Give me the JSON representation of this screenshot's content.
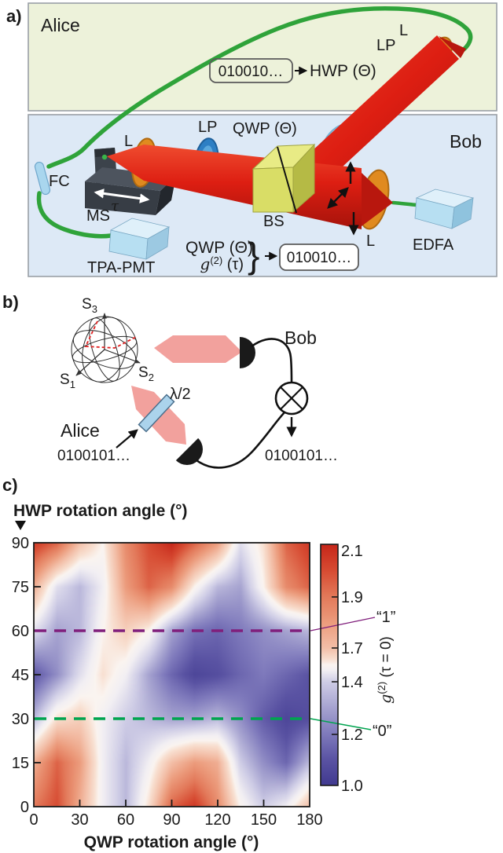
{
  "panel_a": {
    "label": "a)",
    "alice_title": "Alice",
    "bob_title": "Bob",
    "bit_box": "010010…",
    "hwp_label": "HWP (Θ)",
    "l_top_label": "L",
    "lp_top_label": "LP",
    "l_left_label": "L",
    "lp_label": "LP",
    "qwp_label": "QWP (Θ)",
    "fc_label": "FC",
    "ms_label": "MS",
    "tau_label": "τ",
    "tpa_pmt_label": "TPA-PMT",
    "bs_label": "BS",
    "l_right_label": "L",
    "edfa_label": "EDFA",
    "readout": {
      "qwp": "QWP (Θ)",
      "g_base": "g",
      "g_sup": "(2)",
      "g_arg": " (τ)",
      "brace": "}",
      "bits": "010010…"
    }
  },
  "panel_b": {
    "label": "b)",
    "s3_base": "S",
    "s3_sub": "3",
    "s1_base": "S",
    "s1_sub": "1",
    "s2_base": "S",
    "s2_sub": "2",
    "bob_label": "Bob",
    "waveplate_label": "λ/2",
    "alice_label": "Alice",
    "alice_bits": "0100101…",
    "bob_bits": "0100101…"
  },
  "panel_c": {
    "label": "c)",
    "y_axis_title": "HWP rotation angle (°)",
    "x_axis_title": "QWP rotation angle (°)",
    "bit_one_label": "“1”",
    "bit_zero_label": "“0”",
    "bit_one_color": "#801f7c",
    "bit_zero_color": "#00a44f"
  },
  "chart_data": {
    "type": "heatmap",
    "xlabel": "QWP rotation angle (°)",
    "ylabel": "HWP rotation angle (°)",
    "xlim": [
      0,
      180
    ],
    "ylim": [
      0,
      90
    ],
    "x": [
      0,
      15,
      30,
      45,
      60,
      75,
      90,
      105,
      120,
      135,
      150,
      165,
      180
    ],
    "y": [
      90,
      75,
      60,
      45,
      30,
      15,
      0
    ],
    "values": [
      [
        2.05,
        1.95,
        1.7,
        1.55,
        1.85,
        2.0,
        2.1,
        1.95,
        1.8,
        1.45,
        1.6,
        1.95,
        2.05
      ],
      [
        1.75,
        1.45,
        1.35,
        1.5,
        1.8,
        1.95,
        1.85,
        1.55,
        1.35,
        1.3,
        1.55,
        1.85,
        1.95
      ],
      [
        1.45,
        1.3,
        1.35,
        1.55,
        1.65,
        1.55,
        1.3,
        1.18,
        1.15,
        1.2,
        1.25,
        1.3,
        1.35
      ],
      [
        1.1,
        1.25,
        1.45,
        1.6,
        1.5,
        1.3,
        1.15,
        1.05,
        1.08,
        1.15,
        1.2,
        1.15,
        1.1
      ],
      [
        1.35,
        1.6,
        1.65,
        1.5,
        1.4,
        1.35,
        1.3,
        1.3,
        1.35,
        1.25,
        1.12,
        1.05,
        1.08
      ],
      [
        1.75,
        1.95,
        1.8,
        1.5,
        1.35,
        1.5,
        1.7,
        1.8,
        1.75,
        1.4,
        1.25,
        1.15,
        1.35
      ],
      [
        1.9,
        2.0,
        1.75,
        1.5,
        1.35,
        1.6,
        1.95,
        2.05,
        1.85,
        1.55,
        1.4,
        1.5,
        1.7
      ]
    ],
    "x_ticks": [
      "0",
      "30",
      "60",
      "90",
      "120",
      "150",
      "180"
    ],
    "y_ticks": [
      "90",
      "75",
      "60",
      "45",
      "30",
      "15",
      "0"
    ],
    "highlight_lines": [
      {
        "hwp": 60,
        "label": "“1”",
        "color": "#801f7c"
      },
      {
        "hwp": 30,
        "label": "“0”",
        "color": "#00a44f"
      }
    ],
    "colorbar": {
      "label_base": "g",
      "label_sup": "(2)",
      "label_arg": " (τ = 0)",
      "ticks": [
        {
          "label": "2.1",
          "f": 0.026
        },
        {
          "label": "1.9",
          "f": 0.218
        },
        {
          "label": "1.7",
          "f": 0.43
        },
        {
          "label": "1.4",
          "f": 0.57
        },
        {
          "label": "1.2",
          "f": 0.788
        },
        {
          "label": "1.0",
          "f": 1.0
        }
      ],
      "anchors": [
        {
          "f": 0.0,
          "v": 2.1
        },
        {
          "f": 0.218,
          "v": 1.9
        },
        {
          "f": 0.43,
          "v": 1.7
        },
        {
          "f": 0.57,
          "v": 1.4
        },
        {
          "f": 0.788,
          "v": 1.2
        },
        {
          "f": 1.0,
          "v": 1.0
        }
      ]
    },
    "colormap": [
      {
        "v": 1.0,
        "c": "#413a90"
      },
      {
        "v": 1.1,
        "c": "#5a53a3"
      },
      {
        "v": 1.2,
        "c": "#7f7abc"
      },
      {
        "v": 1.3,
        "c": "#a6a3d0"
      },
      {
        "v": 1.4,
        "c": "#cfcde6"
      },
      {
        "v": 1.5,
        "c": "#f2eff3"
      },
      {
        "v": 1.55,
        "c": "#faf4f0"
      },
      {
        "v": 1.6,
        "c": "#f8dfd0"
      },
      {
        "v": 1.7,
        "c": "#f3bfa8"
      },
      {
        "v": 1.8,
        "c": "#ec9c7d"
      },
      {
        "v": 1.9,
        "c": "#e37a5b"
      },
      {
        "v": 2.0,
        "c": "#d74c33"
      },
      {
        "v": 2.1,
        "c": "#c6271a"
      }
    ]
  }
}
